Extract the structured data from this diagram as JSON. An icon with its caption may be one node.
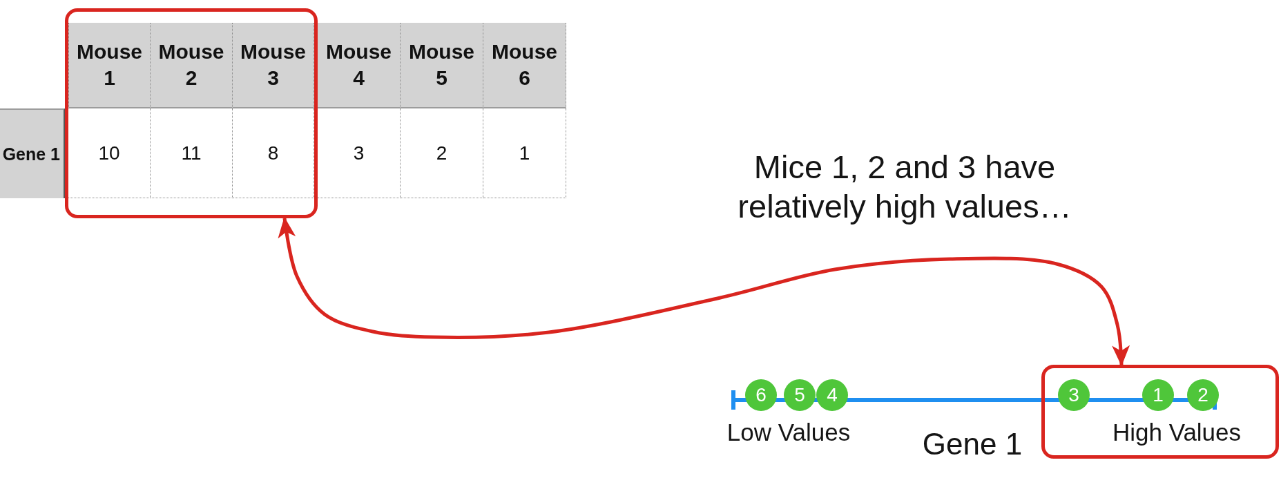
{
  "diagram": {
    "nodes": [
      {
        "text": [],
        "shape": "box"
      },
      {
        "text": [
          "6"
        ]
      },
      {
        "text": [
          "5"
        ]
      },
      {
        "text": [
          "4"
        ]
      },
      {
        "text": [
          "High Values"
        ]
      },
      {
        "text": [
          "3"
        ],
        "in": 4
      },
      {
        "text": [
          "1"
        ],
        "in": 4
      },
      {
        "text": [
          "2"
        ],
        "in": 4
      }
    ],
    "edges": [
      {
        "from": 0,
        "to": 4,
        "arrow": "both",
        "color": "#d9251f"
      }
    ],
    "labels": [
      "Mouse 1",
      "Mouse 2",
      "Mouse 3",
      "Mouse 4",
      "Mouse 5",
      "Mouse 6",
      "Gene 1",
      "10",
      "11",
      "8",
      "3",
      "2",
      "1",
      "Mice 1, 2 and 3 have relatively high values…",
      "Low Values",
      "Gene 1"
    ]
  }
}
